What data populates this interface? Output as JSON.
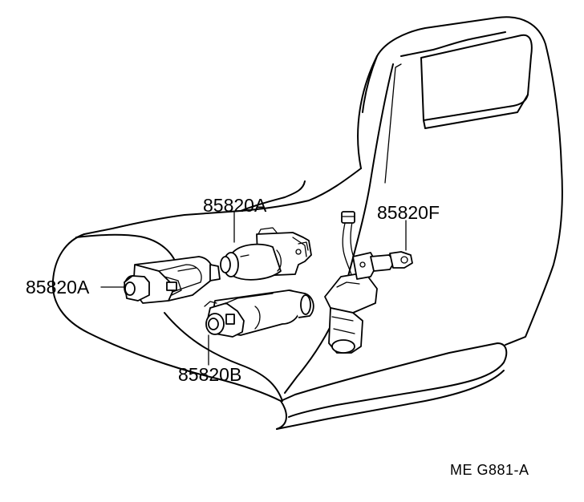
{
  "labels": {
    "motor_top": "85820A",
    "motor_left": "85820A",
    "motor_right": "85820F",
    "motor_bottom": "85820B"
  },
  "figure_code": "ME  G881-A"
}
